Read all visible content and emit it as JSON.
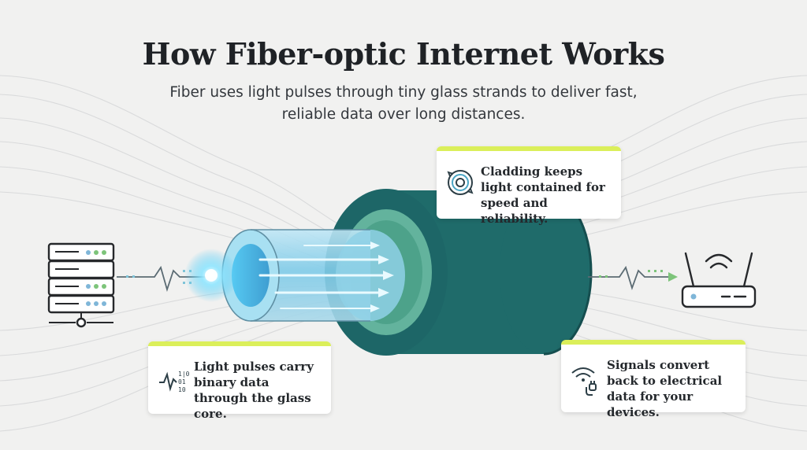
{
  "header": {
    "title": "How Fiber-optic Internet Works",
    "subtitle": "Fiber uses light pulses through tiny glass strands to deliver fast, reliable data over long distances."
  },
  "callouts": {
    "cladding": "Cladding keeps light contained for speed and reliability.",
    "pulses": "Light pulses carry binary data through the glass core.",
    "signals": "Signals convert back to electrical data for your devices."
  },
  "icons": {
    "server": "server-rack-icon",
    "router": "wifi-router-icon",
    "cladding": "concentric-rings-icon",
    "pulses": "waveform-binary-icon",
    "signals": "wifi-plug-icon"
  },
  "colors": {
    "accent": "#dbef5a",
    "cable_outer": "#1f6b6a",
    "cable_dark": "#154e4f",
    "cladding_ring": "#63b39d",
    "core_glow": "#6fd4f5",
    "line": "#26282b",
    "signal_green": "#7dc47a"
  }
}
